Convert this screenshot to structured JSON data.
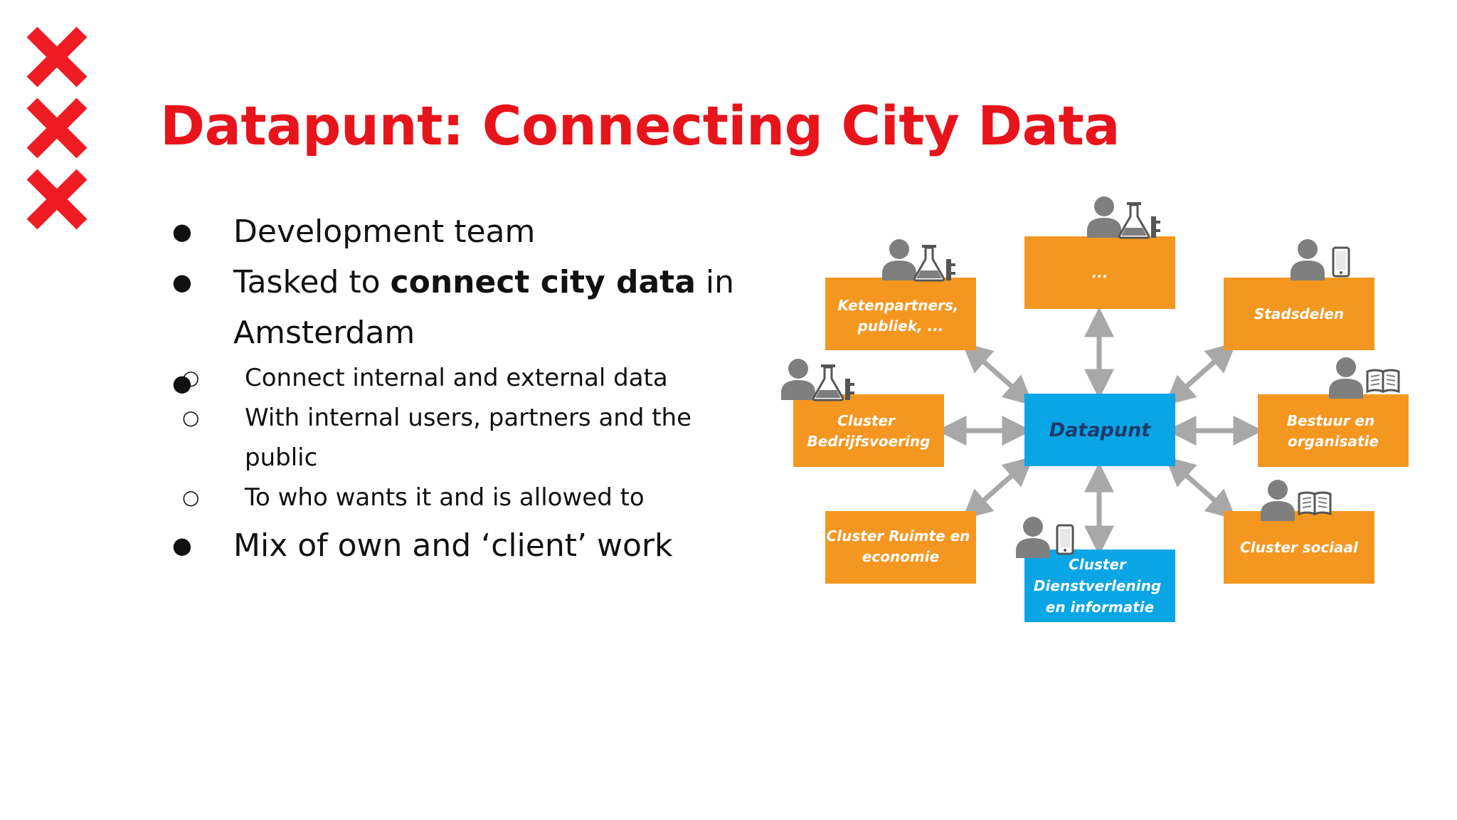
{
  "slide": {
    "title": "Datapunt: Connecting City Data",
    "bullets": {
      "development_team": "Development team",
      "tasked_prefix": "Tasked to ",
      "tasked_bold": "connect city data",
      "tasked_suffix": " in Amsterdam",
      "sub_items": [
        "Connect internal and external data",
        "With internal users, partners and the public",
        "To who wants it and is allowed to"
      ],
      "mix_work": "Mix of own and ‘client’ work"
    }
  },
  "diagram": {
    "hub": "Datapunt",
    "nodes": {
      "top": "...",
      "ketenpartners": [
        "Ketenpartners,",
        "publiek, ..."
      ],
      "stadsdelen": "Stadsdelen",
      "bedrijfsvoering": [
        "Cluster",
        "Bedrijfsvoering"
      ],
      "bestuur": [
        "Bestuur en",
        "organisatie"
      ],
      "ruimte": [
        "Cluster Ruimte en",
        "economie"
      ],
      "dienstverlening": [
        "Cluster",
        "Dienstverlening",
        "en informatie"
      ],
      "sociaal": "Cluster sociaal"
    }
  },
  "colors": {
    "title_red": "#e8141b",
    "logo_red": "#ef1c24",
    "box_orange": "#f49720",
    "box_blue": "#0aa5e5",
    "hub_text": "#1f3a6b",
    "arrow_grey": "#a8a8a8",
    "icon_grey": "#7f7f7f"
  },
  "icons": [
    "amsterdam-xxx-logo",
    "person-flask-icon",
    "person-phone-icon",
    "person-book-icon"
  ]
}
